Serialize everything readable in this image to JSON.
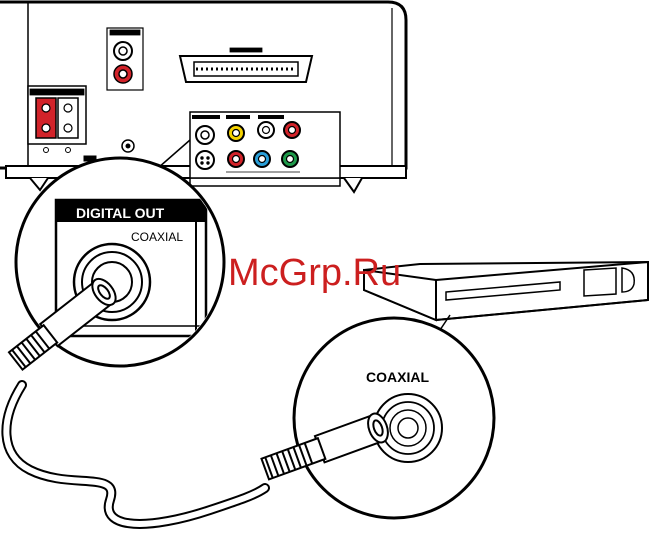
{
  "labels": {
    "digital_out": "DIGITAL OUT",
    "coaxial_zoom": "COAXIAL",
    "coaxial_device": "COAXIAL"
  },
  "watermark": "McGrp.Ru",
  "colors": {
    "ink": "#000000",
    "red_jack": "#d2232a",
    "yellow_jack": "#f5d200",
    "blue_jack": "#2a9fd8",
    "green_jack": "#1f9a4a",
    "watermark": "#cc1f1f"
  }
}
